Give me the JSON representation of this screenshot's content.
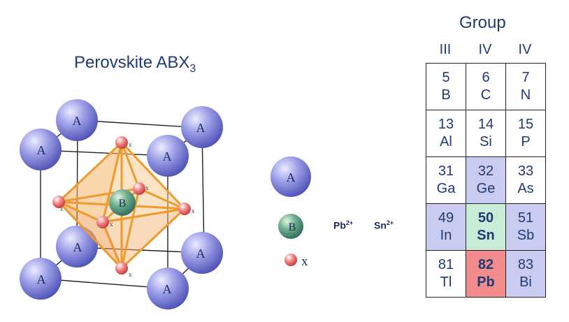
{
  "diagram": {
    "title_main": "Perovskite ABX",
    "title_sub": "3",
    "atom_A": "A",
    "atom_B": "B",
    "atom_X": "x",
    "legend": {
      "A": "A",
      "B": "B",
      "X": "x"
    },
    "ions": [
      {
        "base": "Pb",
        "charge": "2+"
      },
      {
        "base": "Sn",
        "charge": "2+"
      }
    ],
    "colors": {
      "A": "#7b7fd6",
      "B": "#3e8f7a",
      "X": "#e85a5a",
      "octahedron": "#f5b46a",
      "bonds": "#ee9a2c"
    }
  },
  "table": {
    "title": "Group",
    "groups": [
      "III",
      "IV",
      "IV"
    ],
    "rows": [
      [
        {
          "n": "5",
          "s": "B",
          "style": ""
        },
        {
          "n": "6",
          "s": "C",
          "style": ""
        },
        {
          "n": "7",
          "s": "N",
          "style": ""
        }
      ],
      [
        {
          "n": "13",
          "s": "Al",
          "style": ""
        },
        {
          "n": "14",
          "s": "Si",
          "style": ""
        },
        {
          "n": "15",
          "s": "P",
          "style": ""
        }
      ],
      [
        {
          "n": "31",
          "s": "Ga",
          "style": ""
        },
        {
          "n": "32",
          "s": "Ge",
          "style": "hl"
        },
        {
          "n": "33",
          "s": "As",
          "style": ""
        }
      ],
      [
        {
          "n": "49",
          "s": "In",
          "style": "hl"
        },
        {
          "n": "50",
          "s": "Sn",
          "style": "sn"
        },
        {
          "n": "51",
          "s": "Sb",
          "style": "hl"
        }
      ],
      [
        {
          "n": "81",
          "s": "Tl",
          "style": ""
        },
        {
          "n": "82",
          "s": "Pb",
          "style": "pb"
        },
        {
          "n": "83",
          "s": "Bi",
          "style": "hl"
        }
      ]
    ]
  }
}
